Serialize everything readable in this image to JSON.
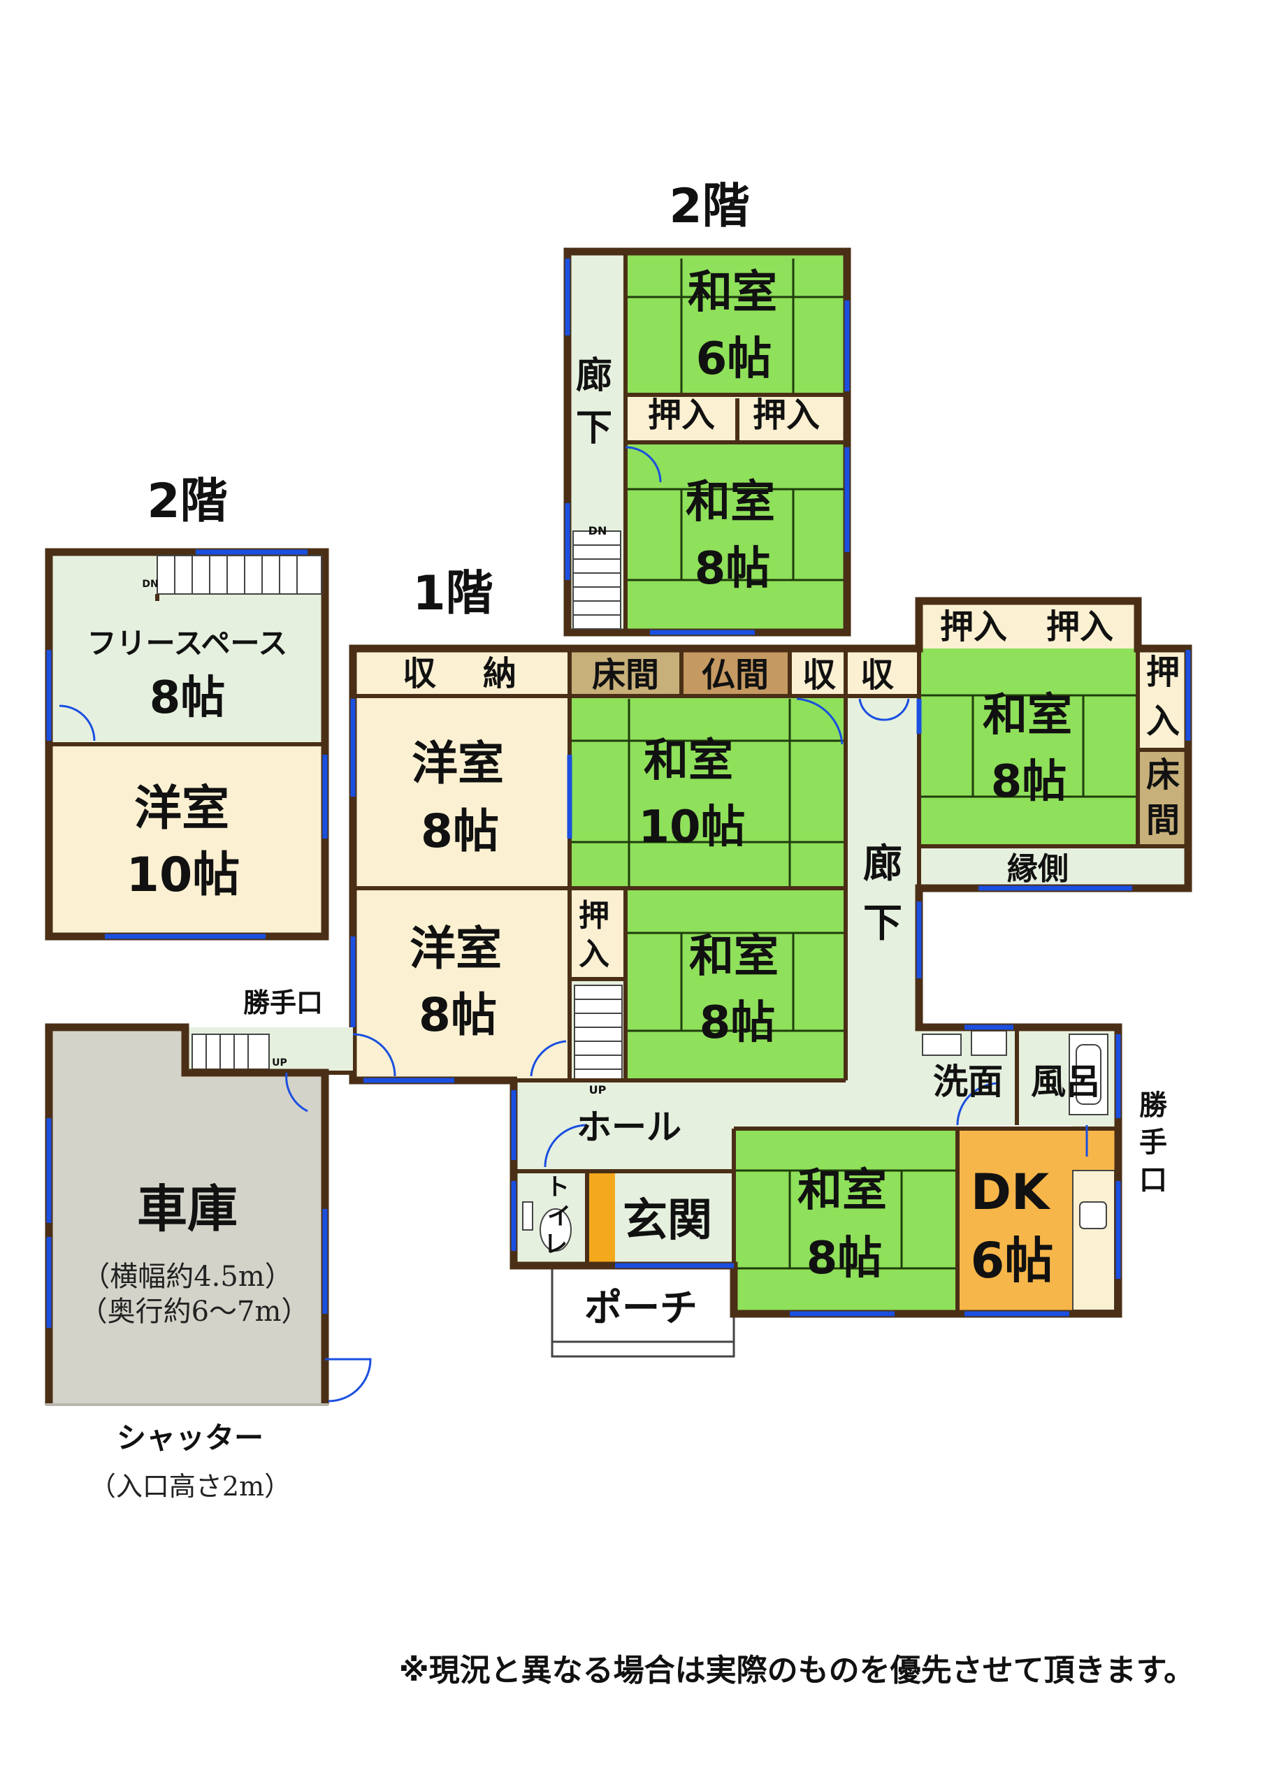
{
  "floors": {
    "second_east": "2階",
    "second_west": "2階",
    "first": "1階"
  },
  "rooms": {
    "up_washitsu6": {
      "name": "和室",
      "size": "6帖"
    },
    "up_oshiire1": "押入",
    "up_oshiire2": "押入",
    "up_washitsu8": {
      "name": "和室",
      "size": "8帖"
    },
    "up_rouka_a": "廊",
    "up_rouka_b": "下",
    "free_space": {
      "name": "フリースペース",
      "size": "8帖"
    },
    "west_youshitsu10": {
      "name": "洋室",
      "size": "10帖"
    },
    "shuunou_a": "収",
    "shuunou_b": "納",
    "tokonoma1": "床間",
    "butsuma": "仏間",
    "shuu1": "収",
    "shuu2": "収",
    "youshitsu8a": {
      "name": "洋室",
      "size": "8帖"
    },
    "youshitsu8b": {
      "name": "洋室",
      "size": "8帖"
    },
    "washitsu10": {
      "name": "和室",
      "size": "10帖"
    },
    "oshiire_side_a": "押",
    "oshiire_side_b": "入",
    "washitsu8_mid": {
      "name": "和室",
      "size": "8帖"
    },
    "rouka_a": "廊",
    "rouka_b": "下",
    "east_oshiire1": "押入",
    "east_oshiire2": "押入",
    "east_oshi_a": "押",
    "east_oshi_b": "入",
    "east_toko_a": "床",
    "east_toko_b": "間",
    "washitsu8_east": {
      "name": "和室",
      "size": "8帖"
    },
    "engawa": "縁側",
    "senmen": "洗面",
    "furo": "風呂",
    "hall": "ホール",
    "toilet_a": "ト",
    "toilet_b": "イ",
    "toilet_c": "レ",
    "genkan": "玄関",
    "porch": "ポーチ",
    "washitsu8_south": {
      "name": "和室",
      "size": "8帖"
    },
    "dk": {
      "name": "DK",
      "size": "6帖"
    },
    "katteguchi_west": "勝手口",
    "katteguchi_east_a": "勝",
    "katteguchi_east_b": "手",
    "katteguchi_east_c": "口",
    "garage": {
      "name": "車庫",
      "width": "（横幅約4.5m）",
      "depth": "（奥行約6～7m）"
    },
    "shutter": "シャッター",
    "shutter_height": "（入口高さ2m）"
  },
  "stairs": {
    "dn": "DN",
    "up": "UP"
  },
  "note": "※現況と異なる場合は実際のものを優先させて頂きます。",
  "colors": {
    "washitsu": "#8fe05a",
    "youshitsu": "#fbf1d2",
    "corridor": "#e6f0df",
    "garage": "#d4d3ca",
    "dk": "#f7b64a",
    "tokonoma": "#c8b07a",
    "butsuma": "#c59a62",
    "wall": "#4a2f16",
    "window": "#1a4fe0"
  }
}
